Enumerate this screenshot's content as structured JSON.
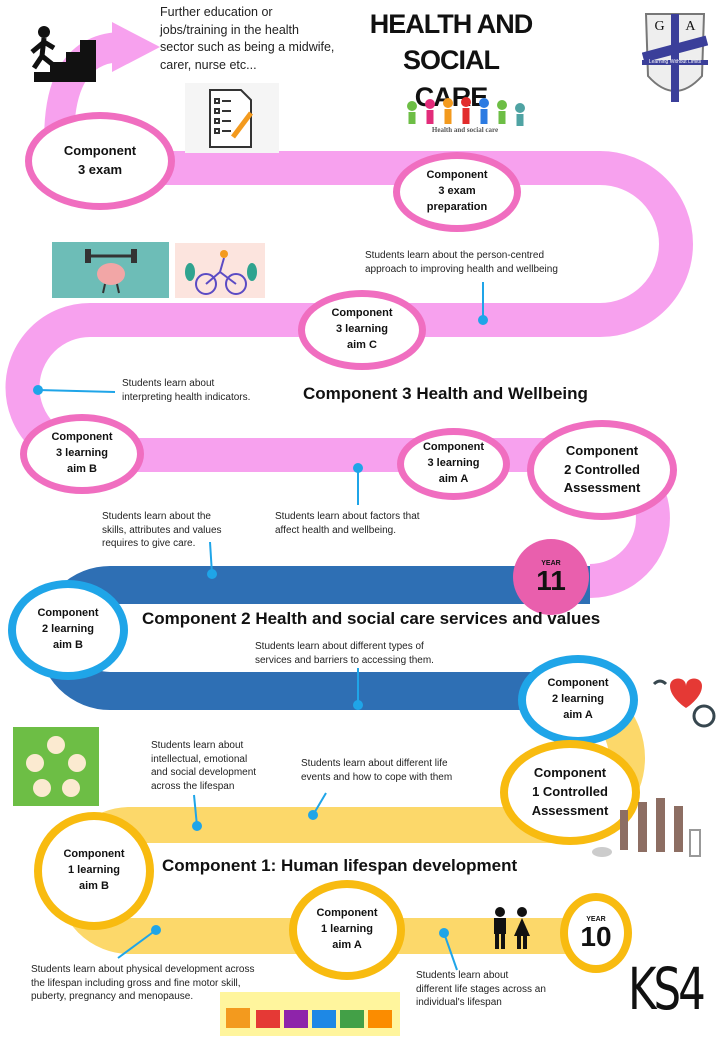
{
  "title": {
    "line1": "HEALTH AND",
    "line2": "SOCIAL CARE"
  },
  "logo": {
    "letters": "G A",
    "motto": "Learning Without Limits"
  },
  "banner_caption": "Health and social care",
  "future_text": "Further education or\njobs/training  in the health\nsector such  as being a midwife,\ncarer, nurse etc...",
  "colors": {
    "pink": "#F06EC0",
    "pink_road": "#F7A1EE",
    "blue": "#1FA5E8",
    "blue_road": "#2E6FB4",
    "yellow": "#F8BB10",
    "yellow_road": "#FCD86A"
  },
  "headings": {
    "c3": "Component  3 Health and Wellbeing",
    "c2": "Component  2 Health and social care services and values",
    "c1": "Component  1: Human lifespan development"
  },
  "milestones": {
    "c3_exam": "Component\n3 exam",
    "c3_prep": "Component\n3 exam\npreparation",
    "c3_aimC": "Component\n3 learning\naim C",
    "c3_aimB": "Component\n3 learning\naim B",
    "c3_aimA": "Component\n3 learning\naim A",
    "c2_ca": "Component\n2 Controlled\nAssessment",
    "c2_aimB": "Component\n2 learning\naim B",
    "c2_aimA": "Component\n2 learning\naim A",
    "c1_ca": "Component\n1 Controlled\nAssessment",
    "c1_aimB": "Component\n1 learning\naim B",
    "c1_aimA": "Component\n1 learning\naim A"
  },
  "years": {
    "label": "YEAR",
    "y11": "11",
    "y10": "10"
  },
  "notes": {
    "person_centred": "Students learn about the person-centred\napproach to improving health and wellbeing",
    "indicators": "Students learn about\ninterpreting health indicators.",
    "skills": "Students learn about the\nskills, attributes and values\nrequires to give care.",
    "factors": "Students learn about factors that\naffect health and wellbeing.",
    "services": "Students learn about different types of\nservices and barriers to accessing them.",
    "intellectual": "Students learn about\nintellectual, emotional\nand social development\nacross the lifespan",
    "life_events": "Students learn about different life\nevents and how to cope with them",
    "physical": "Students learn about physical development across\nthe lifespan including gross and fine motor skill,\npuberty, pregnancy and menopause.",
    "life_stages": "Students learn about\ndifferent life stages across an\nindividual's lifespan"
  },
  "ks": "KS4"
}
